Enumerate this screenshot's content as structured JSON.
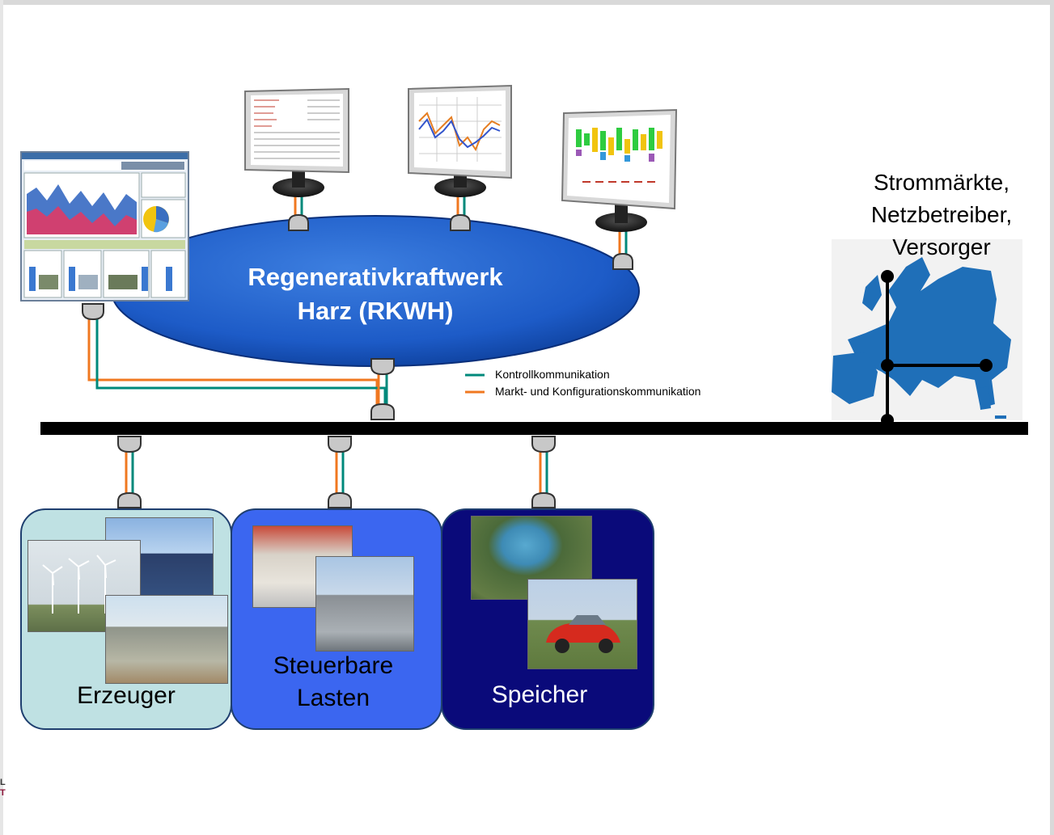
{
  "hub": {
    "line1": "Regenerativkraftwerk",
    "line2": "Harz (RKWH)"
  },
  "markets": {
    "line1": "Strommärkte,",
    "line2": "Netzbetreiber,",
    "line3": "Versorger"
  },
  "legend": [
    {
      "label": "Kontrollkommunikation",
      "color": "#00897b"
    },
    {
      "label": "Markt- und Konfigurationskommunikation",
      "color": "#f07820"
    }
  ],
  "groups": {
    "producers": {
      "label": "Erzeuger",
      "color": "#bfe1e3"
    },
    "loads": {
      "line1": "Steuerbare",
      "line2": "Lasten",
      "color": "#3b66f0"
    },
    "storage": {
      "label": "Speicher",
      "color": "#0a0a7a"
    }
  },
  "footer": {
    "line1": "L",
    "line2": "T"
  }
}
